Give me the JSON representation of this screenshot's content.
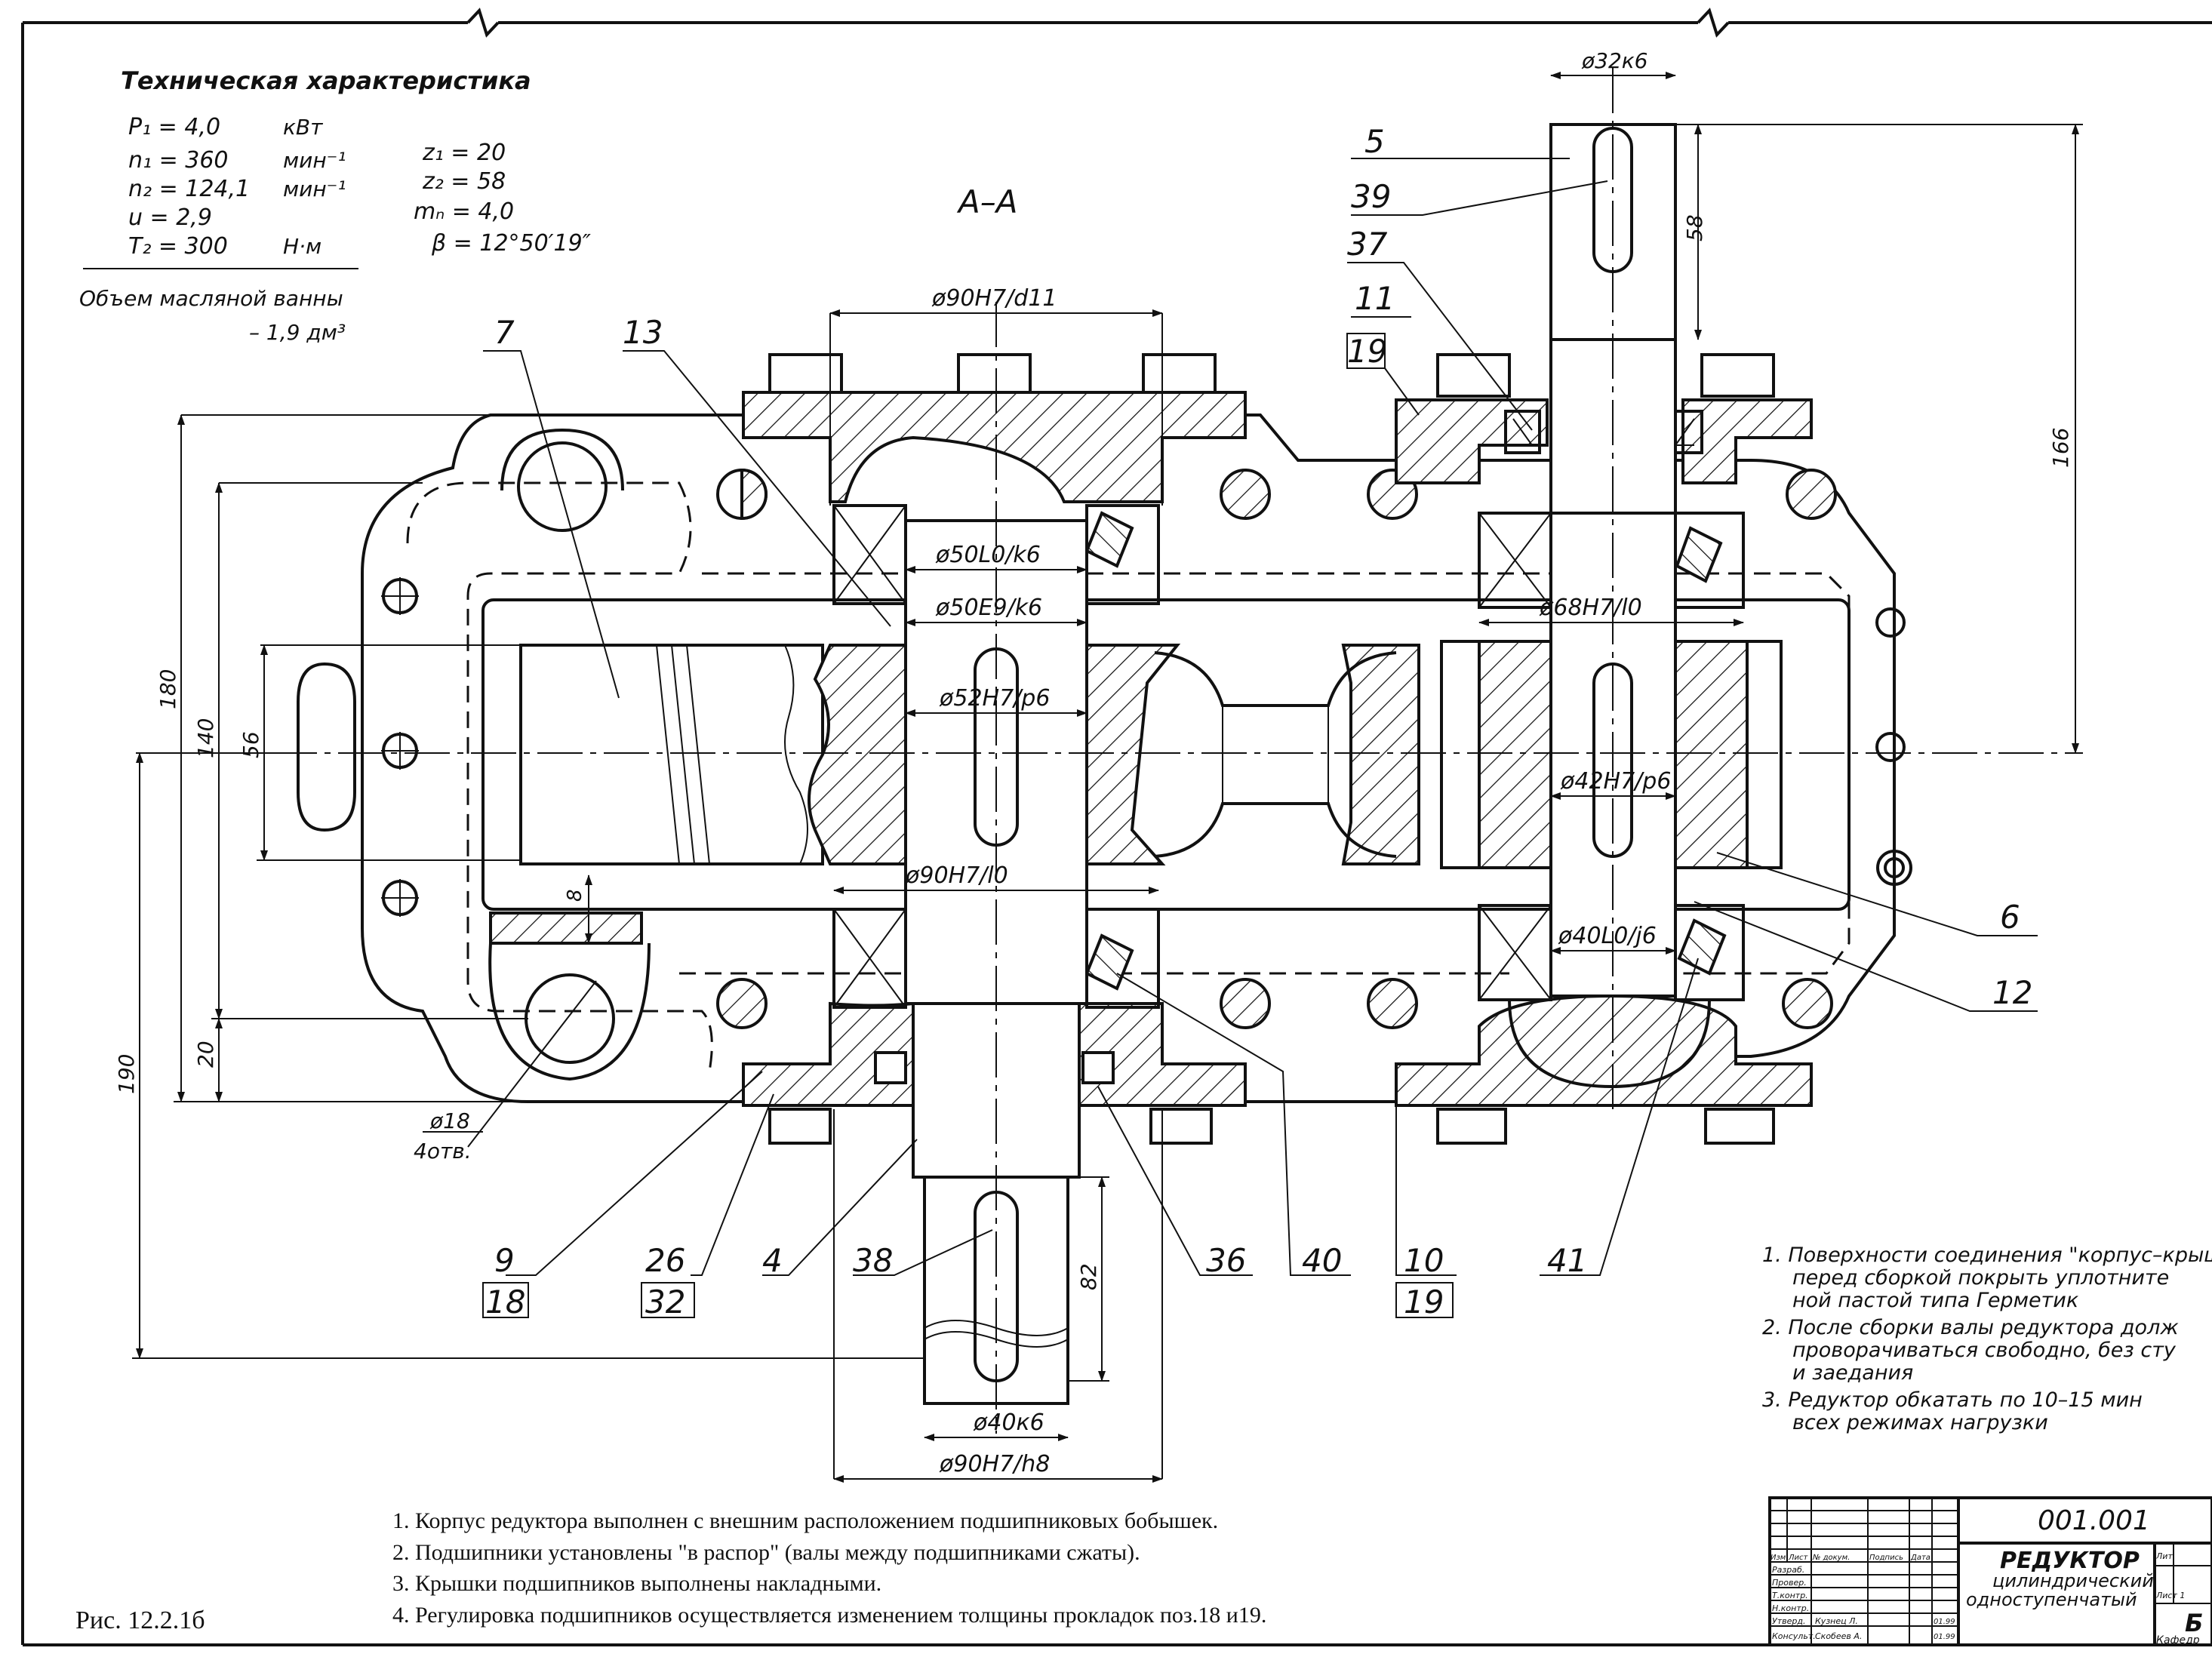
{
  "tech_spec": {
    "title": "Техническая характеристика",
    "params_left": [
      "P₁ = 4,0",
      "n₁ = 360",
      "n₂ = 124,1",
      "u = 2,9",
      "T₂ = 300"
    ],
    "units_left": [
      "кВт",
      "мин⁻¹",
      "мин⁻¹",
      "",
      "Н·м"
    ],
    "params_right": [
      "z₁ = 20",
      "z₂ = 58",
      "mₙ = 4,0",
      "β = 12°50′19″"
    ],
    "oil_volume_label": "Объем масляной ванны",
    "oil_volume_value": "– 1,9 дм³"
  },
  "section_label": "А–А",
  "fits": {
    "shaft_top": "ø32к6",
    "cover_top": "ø90Н7/d11",
    "bearing_left_top": "ø50L0/k6",
    "sleeve_left": "ø50Е9/k6",
    "gear_left": "ø52Н7/р6",
    "bearing_right_top": "ø68Н7/l0",
    "gear_right": "ø42Н7/р6",
    "cover_bottom_left": "ø90Н7/l0",
    "bearing_right_bottom": "ø40L0/j6",
    "shaft_bottom": "ø40к6",
    "cover_bottom": "ø90Н7/h8",
    "holes": "ø18",
    "holes_count": "4отв."
  },
  "dimensions": {
    "d58": "58",
    "d166": "166",
    "d180": "180",
    "d140": "140",
    "d56": "56",
    "d8": "8",
    "d20": "20",
    "d190": "190",
    "d82": "82"
  },
  "positions": {
    "p5": "5",
    "p39": "39",
    "p37": "37",
    "p11": "11",
    "p19a": "19",
    "p7": "7",
    "p13": "13",
    "p6": "6",
    "p12": "12",
    "p9": "9",
    "p18": "18",
    "p26": "26",
    "p32": "32",
    "p4": "4",
    "p38": "38",
    "p36": "36",
    "p40": "40",
    "p10": "10",
    "p19b": "19",
    "p41": "41"
  },
  "notes_left": [
    "1. Корпус редуктора выполнен с внешним расположением подшипниковых бобышек.",
    "2. Подшипники установлены \"в распор\" (валы между подшипниками сжаты).",
    "3. Крышки подшипников выполнены накладными.",
    "4. Регулировка подшипников осуществляется изменением толщины прокладок поз.18 и19."
  ],
  "notes_right": [
    "1. Поверхности соединения \"корпус–крыш",
    "перед сборкой покрыть уплотните",
    "ной пастой типа Герметик",
    "2. После сборки валы редуктора долж",
    "проворачиваться свободно, без сту",
    "и заедания",
    "3. Редуктор обкатать по 10–15 мин",
    "всех режимах нагрузки"
  ],
  "figure_caption": "Рис. 12.2.1б",
  "title_block": {
    "doc_number": "001.001",
    "name_line1": "РЕДУКТОР",
    "name_line2": "цилиндрический",
    "name_line3": "одноступенчатый",
    "rows": [
      "Изм",
      "Лист",
      "№ докум.",
      "Подпись",
      "Дата",
      "Разраб.",
      "Провер.",
      "Т.контр.",
      "Н.контр.",
      "Утверд.",
      "Консульт."
    ],
    "developer": "Кузнец Л.",
    "consultant": "Скобеев А.",
    "dates": [
      "01.99",
      "01.99"
    ],
    "lit": "Лит.",
    "sheet": "Лист 1",
    "letter": "Б",
    "dept": "Кафедр"
  }
}
